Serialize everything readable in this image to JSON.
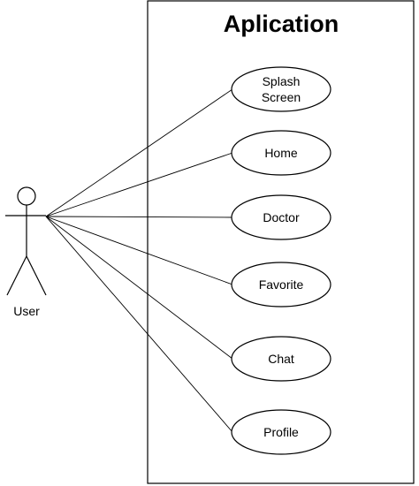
{
  "system": {
    "title": "Aplication"
  },
  "actor": {
    "label": "User"
  },
  "use_cases": [
    {
      "id": "splash-screen",
      "lines": [
        "Splash",
        "Screen"
      ]
    },
    {
      "id": "home",
      "lines": [
        "Home"
      ]
    },
    {
      "id": "doctor",
      "lines": [
        "Doctor"
      ]
    },
    {
      "id": "favorite",
      "lines": [
        "Favorite"
      ]
    },
    {
      "id": "chat",
      "lines": [
        "Chat"
      ]
    },
    {
      "id": "profile",
      "lines": [
        "Profile"
      ]
    }
  ],
  "colors": {
    "stroke": "#000000",
    "fill": "#ffffff",
    "text": "#000000"
  }
}
